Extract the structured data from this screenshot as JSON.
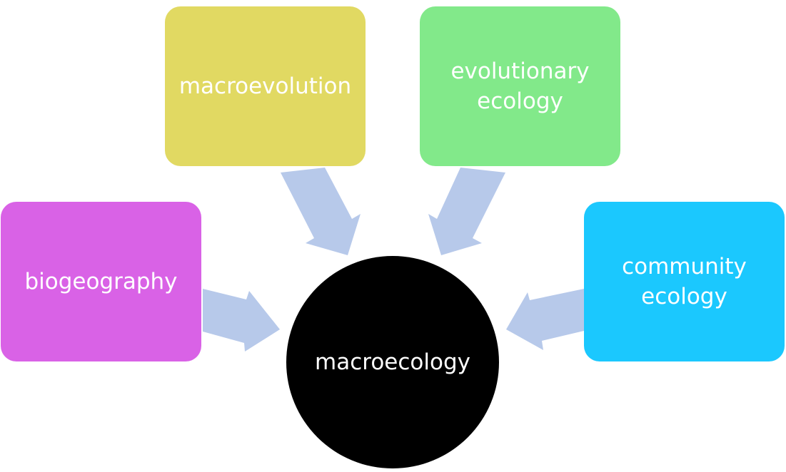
{
  "center": {
    "label": "macroecology",
    "color": "#000000"
  },
  "boxes": [
    {
      "id": "macroevolution",
      "label": "macroevolution",
      "color": "#e1d962"
    },
    {
      "id": "evolutionary-ecology",
      "label": "evolutionary\necology",
      "color": "#82e98a"
    },
    {
      "id": "biogeography",
      "label": "biogeography",
      "color": "#d962e6"
    },
    {
      "id": "community-ecology",
      "label": "community\necology",
      "color": "#1bc8fe"
    }
  ],
  "arrow_color": "#b7c9ea"
}
